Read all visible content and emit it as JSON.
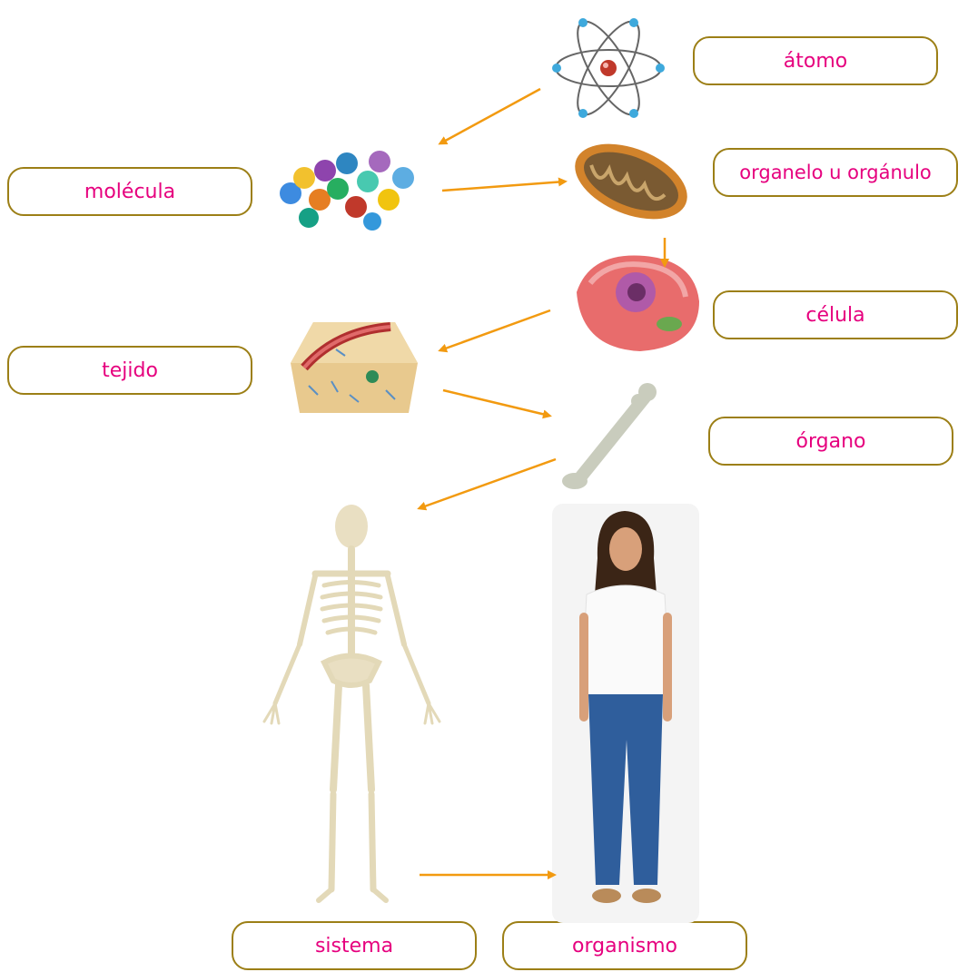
{
  "colors": {
    "label_text": "#e6007e",
    "label_border": "#9c7f16",
    "arrow": "#f29a10"
  },
  "labels": {
    "atomo": "átomo",
    "molecula": "molécula",
    "organelo": "organelo u orgánulo",
    "celula": "célula",
    "tejido": "tejido",
    "organo": "órgano",
    "sistema": "sistema",
    "organismo": "organismo"
  },
  "icons": [
    "atom-illustration",
    "molecule-illustration",
    "mitochondrion-illustration",
    "cell-illustration",
    "tissue-illustration",
    "bone-illustration",
    "skeleton-illustration",
    "person-photo"
  ]
}
